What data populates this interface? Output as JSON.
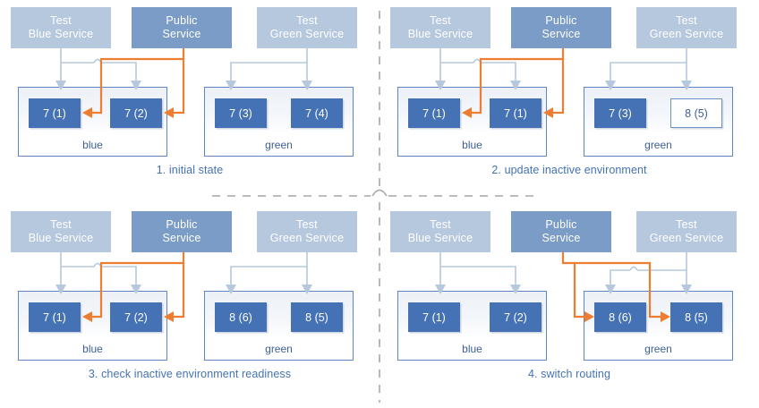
{
  "diagram": {
    "title": "blue-green deployment stages",
    "colors": {
      "test_service_fill": "#b6c8de",
      "public_service_fill": "#7a9cc6",
      "instance_fill": "#4472b4",
      "instance_text": "#ffffff",
      "hollow_instance_border": "#6e92c6",
      "env_border": "#5f86bf",
      "caption_text": "#4472b4",
      "public_route_line": "#ed7d31",
      "test_route_line": "#b6c8de",
      "divider": "#a6a6a6"
    },
    "services": {
      "test_blue": {
        "line1": "Test",
        "line2": "Blue Service"
      },
      "public": {
        "line1": "Public",
        "line2": "Service"
      },
      "test_green": {
        "line1": "Test",
        "line2": "Green Service"
      }
    },
    "environments": {
      "blue_label": "blue",
      "green_label": "green"
    }
  },
  "panels": [
    {
      "id": "panel-1",
      "caption": "1. initial state",
      "blue": {
        "label": "blue",
        "instances": [
          {
            "text": "7 (1)",
            "style": "filled"
          },
          {
            "text": "7 (2)",
            "style": "filled"
          }
        ]
      },
      "green": {
        "label": "green",
        "instances": [
          {
            "text": "7 (3)",
            "style": "filled"
          },
          {
            "text": "7 (4)",
            "style": "filled"
          }
        ]
      },
      "public_routes_to": "blue",
      "public_route_arrows": [
        "7 (1)",
        "7 (2)"
      ]
    },
    {
      "id": "panel-2",
      "caption": "2. update inactive environment",
      "blue": {
        "label": "blue",
        "instances": [
          {
            "text": "7 (1)",
            "style": "filled"
          },
          {
            "text": "7 (1)",
            "style": "filled"
          }
        ]
      },
      "green": {
        "label": "green",
        "instances": [
          {
            "text": "7 (3)",
            "style": "filled"
          },
          {
            "text": "8 (5)",
            "style": "hollow"
          }
        ]
      },
      "public_routes_to": "blue",
      "public_route_arrows": [
        "7 (1)",
        "7 (1)"
      ]
    },
    {
      "id": "panel-3",
      "caption": "3. check inactive environment readiness",
      "blue": {
        "label": "blue",
        "instances": [
          {
            "text": "7 (1)",
            "style": "filled"
          },
          {
            "text": "7 (2)",
            "style": "filled"
          }
        ]
      },
      "green": {
        "label": "green",
        "instances": [
          {
            "text": "8 (6)",
            "style": "filled"
          },
          {
            "text": "8 (5)",
            "style": "filled"
          }
        ]
      },
      "public_routes_to": "blue",
      "public_route_arrows": [
        "7 (1)",
        "7 (2)"
      ]
    },
    {
      "id": "panel-4",
      "caption": "4. switch routing",
      "blue": {
        "label": "blue",
        "instances": [
          {
            "text": "7 (1)",
            "style": "filled"
          },
          {
            "text": "7 (2)",
            "style": "filled"
          }
        ]
      },
      "green": {
        "label": "green",
        "instances": [
          {
            "text": "8 (6)",
            "style": "filled"
          },
          {
            "text": "8 (5)",
            "style": "filled"
          }
        ]
      },
      "public_routes_to": "green",
      "public_route_arrows": [
        "8 (6)",
        "8 (5)"
      ]
    }
  ]
}
